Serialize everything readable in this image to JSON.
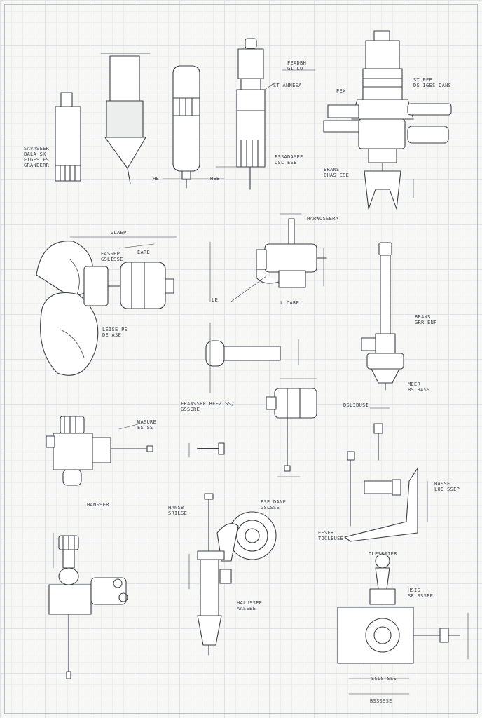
{
  "labels": [
    {
      "id": "l1",
      "text": "FEADBH\nGI LU"
    },
    {
      "id": "l2",
      "text": "ST ANNESA"
    },
    {
      "id": "l3",
      "text": "ST PEE\nDS IGES DANS"
    },
    {
      "id": "l4",
      "text": "PEX"
    },
    {
      "id": "l5",
      "text": "SAVASEER\nBALA SK\nEIGES ES\nGRANEERR"
    },
    {
      "id": "l6",
      "text": "ESSADASEE\nDSL ESE"
    },
    {
      "id": "l7",
      "text": "ERANS\nCHAS ESE"
    },
    {
      "id": "l8",
      "text": "HE"
    },
    {
      "id": "l9",
      "text": "HEE"
    },
    {
      "id": "l10",
      "text": "HARWOSSERA"
    },
    {
      "id": "l11",
      "text": "GLAEP"
    },
    {
      "id": "l12",
      "text": "EASSEP\nGSLISSE"
    },
    {
      "id": "l13",
      "text": "EARE"
    },
    {
      "id": "l14",
      "text": "LEISE PS\nDE ASE"
    },
    {
      "id": "l15",
      "text": "BRANS\nGRR ENP"
    },
    {
      "id": "l16",
      "text": "L DARE"
    },
    {
      "id": "l17",
      "text": "LE"
    },
    {
      "id": "l18",
      "text": "MEER\nBS HASS"
    },
    {
      "id": "l19",
      "text": "FRANSSBF BEEZ SS/\nGSSERE"
    },
    {
      "id": "l20",
      "text": "DSLIBUSI"
    },
    {
      "id": "l21",
      "text": "WASURE\nES SS"
    },
    {
      "id": "l22",
      "text": "HANSSER"
    },
    {
      "id": "l23",
      "text": "HANSB\nSRILSE"
    },
    {
      "id": "l24",
      "text": "ESE DANE\nGSLSSE"
    },
    {
      "id": "l25",
      "text": "EESER\nTOCLEUSE"
    },
    {
      "id": "l26",
      "text": "HASSE\nLOO SSEP"
    },
    {
      "id": "l27",
      "text": "HALUSSEE\nAASSEE"
    },
    {
      "id": "l28",
      "text": "HSIS\nSE SSSEE"
    },
    {
      "id": "l29",
      "text": "DLESSSIER"
    },
    {
      "id": "l30",
      "text": "SSLS SSS"
    },
    {
      "id": "l31",
      "text": "BSSSSSE"
    }
  ]
}
